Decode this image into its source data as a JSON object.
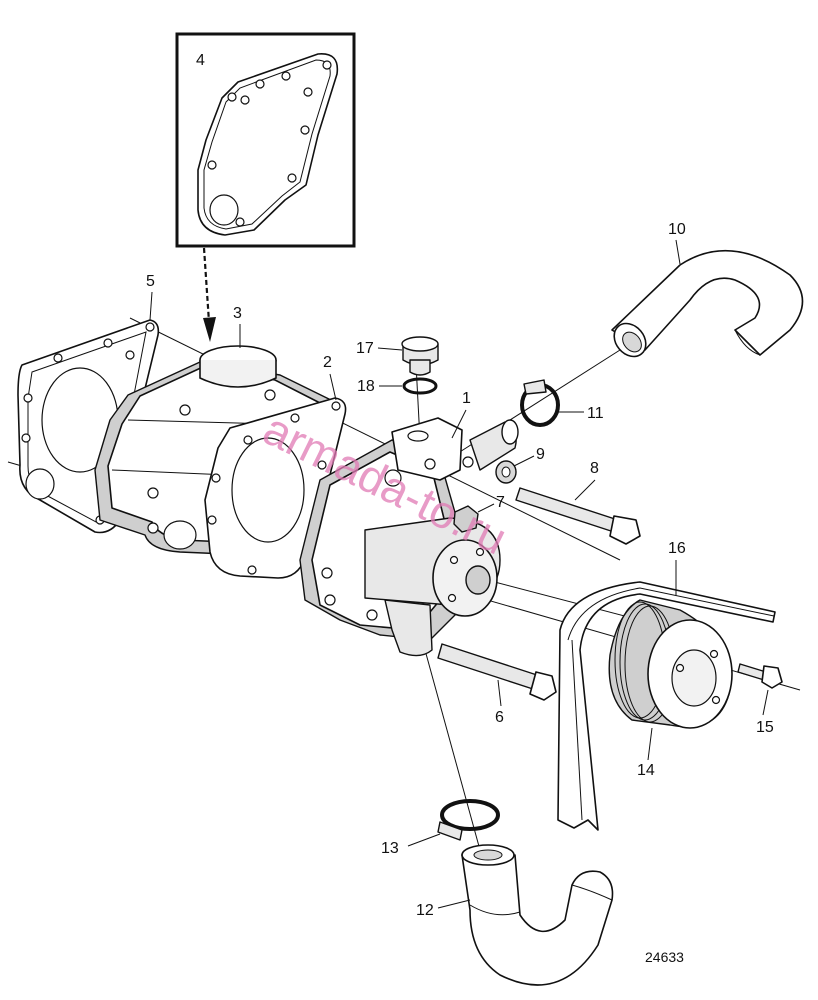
{
  "diagram": {
    "reference_number": "24633",
    "watermark": "armada-to.ru",
    "callouts": [
      {
        "id": "c1",
        "label": "1"
      },
      {
        "id": "c2",
        "label": "2"
      },
      {
        "id": "c3",
        "label": "3"
      },
      {
        "id": "c4",
        "label": "4"
      },
      {
        "id": "c5",
        "label": "5"
      },
      {
        "id": "c6",
        "label": "6"
      },
      {
        "id": "c7",
        "label": "7"
      },
      {
        "id": "c8",
        "label": "8"
      },
      {
        "id": "c9",
        "label": "9"
      },
      {
        "id": "c10",
        "label": "10"
      },
      {
        "id": "c11",
        "label": "11"
      },
      {
        "id": "c12",
        "label": "12"
      },
      {
        "id": "c13",
        "label": "13"
      },
      {
        "id": "c14",
        "label": "14"
      },
      {
        "id": "c15",
        "label": "15"
      },
      {
        "id": "c16",
        "label": "16"
      },
      {
        "id": "c17",
        "label": "17"
      },
      {
        "id": "c18",
        "label": "18"
      }
    ]
  }
}
